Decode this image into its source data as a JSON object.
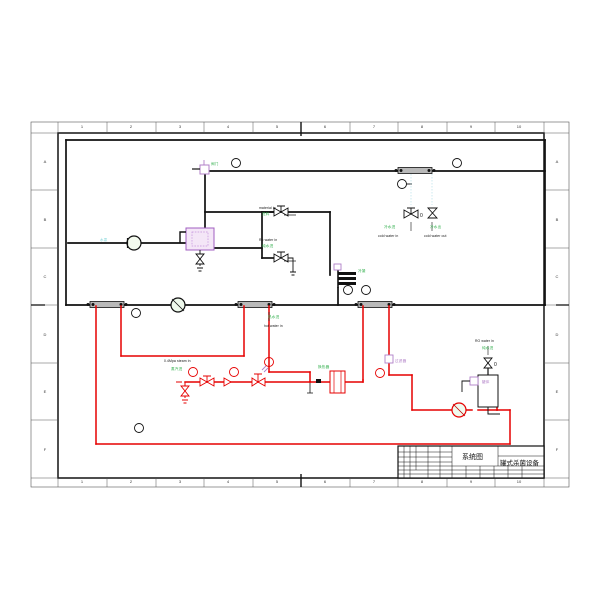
{
  "sheet": {
    "title": "系统图",
    "equipment": "罐式杀菌设备",
    "frame_color": "#000000",
    "process_line_color": "#000000",
    "steam_line_color": "#e60000",
    "tag_green": "#2fae4a",
    "tag_purple": "#b07fc7",
    "tag_cyan": "#7fd4d8"
  },
  "border": {
    "columns": [
      "1",
      "2",
      "3",
      "4",
      "5",
      "6",
      "7",
      "8",
      "9",
      "10"
    ],
    "rows": [
      "A",
      "B",
      "C",
      "D",
      "E",
      "F"
    ]
  },
  "labels": {
    "material_in_en": "material in",
    "material_in_cn": "进料",
    "ro_water_in_en": "Ro water in",
    "ro_water_in_cn": "纯水进",
    "cold_water_in_en": "cold water in",
    "cold_water_in_cn": "冷水进",
    "cold_water_out_en": "cold water out",
    "cold_water_out_cn": "冷水出",
    "hot_water_in_en": "hot water in",
    "hot_water_in_cn": "热水进",
    "steam_in_en": "0.4Mpa steam in",
    "steam_in_cn": "蒸汽进",
    "ro_water_in2_en": "RO water in",
    "ro_water_in2_cn": "纯水进",
    "pump_tag": "水泵",
    "tank_tag": "罐体",
    "exchanger_tag": "换热器",
    "valve_tag": "阀门",
    "filter_tag": "过滤器",
    "drain_tag": "排污",
    "condenser_tag": "冷凝"
  },
  "titleblock": {
    "title_cell": "系统图",
    "equipment_cell": "罐式杀菌设备"
  }
}
